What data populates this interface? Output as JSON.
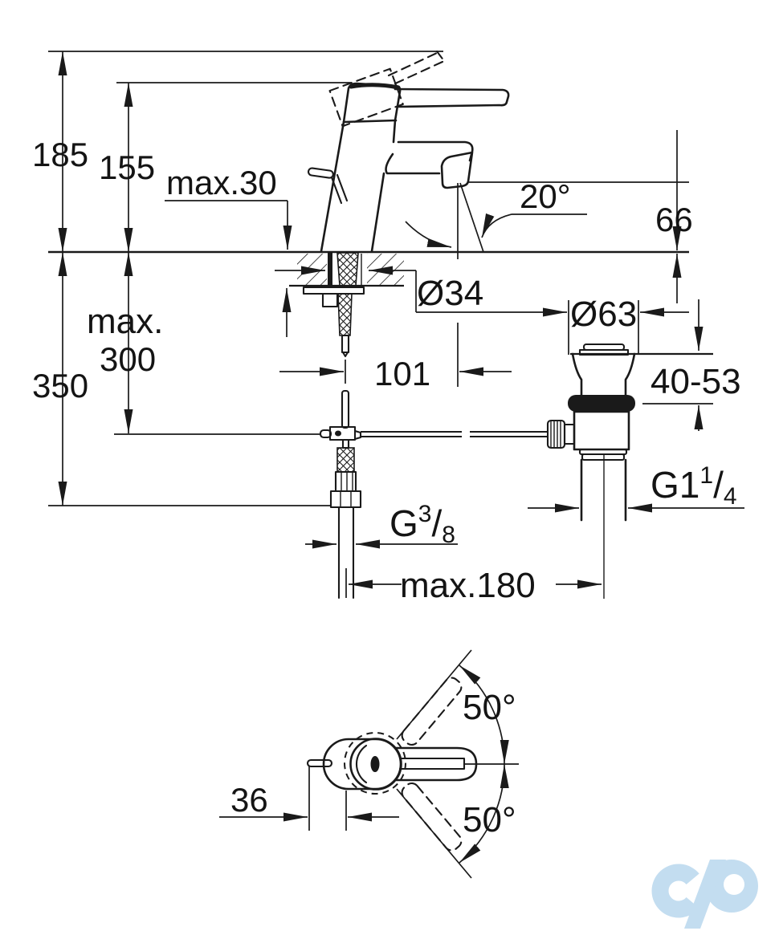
{
  "drawing": {
    "type": "faucet-installation-dimension-diagram",
    "labels": {
      "height_total": "185",
      "height_spout": "155",
      "deck_thickness_max": "max.30",
      "spout_angle": "20°",
      "spout_outlet_height": "66",
      "hose_drop_max_line1": "max.",
      "hose_drop_max_line2": "300",
      "hose_drop_total": "350",
      "shank_diameter": "Ø34",
      "spout_reach": "101",
      "waste_flange_diameter": "Ø63",
      "waste_deck_range": "40-53",
      "waste_thread_base": "G1",
      "waste_thread_sup": "1",
      "waste_thread_slash": "/",
      "waste_thread_sub": "4",
      "supply_thread_base": "G",
      "supply_thread_sup": "3",
      "supply_thread_slash": "/",
      "supply_thread_sub": "8",
      "rod_length_max": "max.180",
      "handle_side_offset": "36",
      "handle_swing_upper": "50°",
      "handle_swing_lower": "50°"
    },
    "colors": {
      "line": "#1a1a1a",
      "background": "#ffffff",
      "watermark": "#c3ddf0"
    }
  }
}
